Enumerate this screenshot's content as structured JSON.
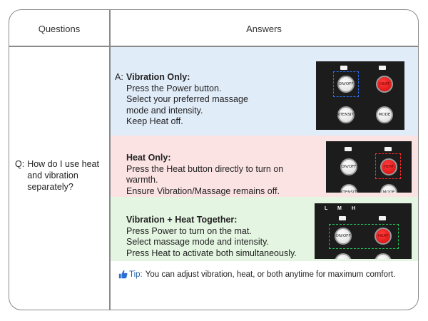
{
  "header": {
    "questions": "Questions",
    "answers": "Answers"
  },
  "question": {
    "prefix": "Q:",
    "text": "How do I use heat and vibration separately?"
  },
  "sections": [
    {
      "prefix": "A:",
      "title": "Vibration Only:",
      "lines": [
        "Press the Power button.",
        "Select your preferred massage",
        "mode and intensity.",
        "Keep Heat off."
      ],
      "background": "#e1ecf9",
      "highlight": "#2a6ef0"
    },
    {
      "title": "Heat Only:",
      "lines": [
        "Press the Heat button directly to turn on",
        "warmth.",
        "Ensure Vibration/Massage remains off."
      ],
      "background": "#fbe3e4",
      "highlight": "#ff2a2a"
    },
    {
      "title": "Vibration + Heat Together:",
      "lines": [
        "Press Power to turn on the mat.",
        "Select massage mode and intensity.",
        "Press Heat to activate both simultaneously."
      ],
      "background": "#e4f6e2",
      "highlight": "#22c55e"
    }
  ],
  "controller": {
    "onoff_label": "ON/OFF",
    "heat_label": "HEAT",
    "intensity_label": "INTENSITY",
    "mode_label": "MODE",
    "levels": [
      "L",
      "M",
      "H"
    ]
  },
  "tip": {
    "icon": "thumbs-up-icon",
    "label": "Tip:",
    "text": "You can adjust vibration, heat, or both anytime for maximum comfort."
  }
}
